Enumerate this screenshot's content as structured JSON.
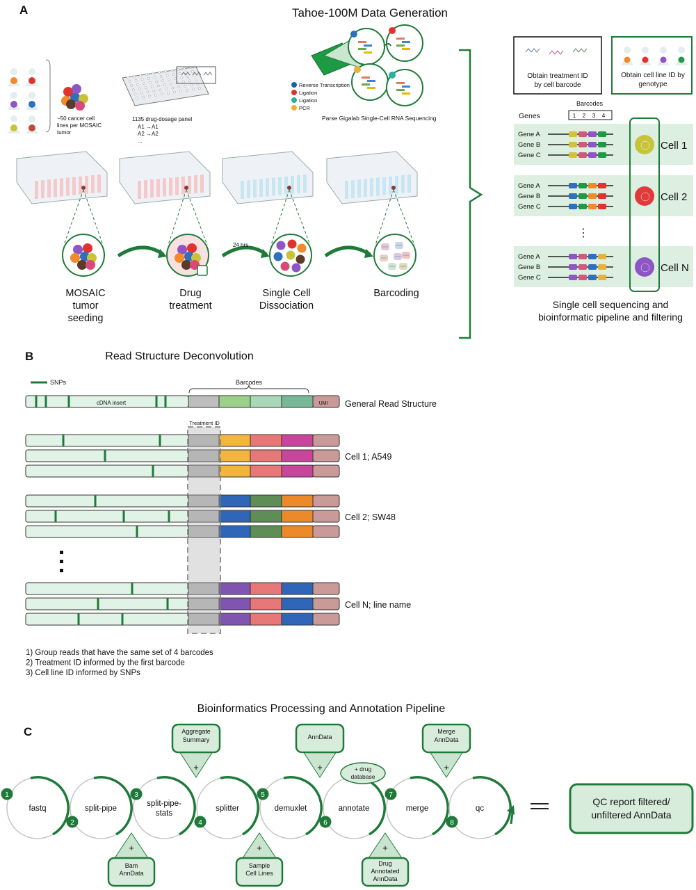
{
  "panel_a": {
    "letter": "A",
    "title": "Tahoe-100M Data Generation",
    "cell_lines_note": [
      "~50 cancer cell",
      "lines per MOSAIC",
      "tumor"
    ],
    "plate_label": "1135 drug-dosage panel",
    "plate_map": [
      "A1 →A1",
      "A2 →A2",
      "..."
    ],
    "parse_steps": [
      "Reverse Transcription",
      "Ligation",
      "Ligation",
      "PCR"
    ],
    "parse_label": "Parse Gigalab Single-Cell RNA Sequencing",
    "time_label": "24 hrs",
    "stages": [
      [
        "MOSAIC",
        "tumor",
        "seeding"
      ],
      [
        "Drug",
        "treatment"
      ],
      [
        "Single Cell",
        "Dissociation"
      ],
      [
        "Barcoding"
      ]
    ],
    "treatment_box": [
      "Obtain treatment ID",
      "by cell barcode"
    ],
    "genotype_box": [
      "Obtain cell line ID by",
      "genotype"
    ],
    "genes_label": "Genes",
    "barcodes_label": "Barcodes",
    "barcode_numbers": [
      "1",
      "2",
      "3",
      "4"
    ],
    "cells": [
      {
        "genes": [
          "Gene A",
          "Gene B",
          "Gene C"
        ],
        "label": "Cell 1",
        "color": "#c8c43a"
      },
      {
        "genes": [
          "Gene A",
          "Gene B",
          "Gene C"
        ],
        "label": "Cell 2",
        "color": "#e03a3a"
      },
      {
        "genes": [
          "Gene A",
          "Gene B",
          "Gene C"
        ],
        "label": "Cell N",
        "color": "#8e55c4"
      }
    ],
    "vdots": "⋮",
    "caption": [
      "Single cell sequencing and",
      "bioinformatic pipeline and filtering"
    ]
  },
  "panel_b": {
    "letter": "B",
    "title": "Read Structure Deconvolution",
    "snps_label": "SNPs",
    "barcodes_label": "Barcodes",
    "cdna_label": "cDNA insert",
    "umi_label": "UMI",
    "general_label": "General Read Structure",
    "treatment_label": "Treatment ID",
    "groups": [
      "Cell 1;  A549",
      "Cell 2; SW48",
      "Cell N; line name"
    ],
    "notes": [
      "1) Group reads that have the same set of 4 barcodes",
      "2) Treatment ID informed by the first barcode",
      "3) Cell line ID informed by SNPs"
    ]
  },
  "panel_c": {
    "letter": "C",
    "title": "Bioinformatics Processing and Annotation Pipeline",
    "nodes": [
      "fastq",
      "split-pipe",
      "split-pipe-\nstats",
      "splitter",
      "demuxlet",
      "annotate",
      "merge",
      "qc"
    ],
    "step_numbers": [
      "1",
      "2",
      "3",
      "4",
      "5",
      "6",
      "7",
      "8"
    ],
    "top_outputs": [
      [
        "Aggregate",
        "Summary"
      ],
      [
        "AnnData"
      ],
      [
        "Merge",
        "AnnData"
      ]
    ],
    "bottom_outputs": [
      [
        "Bam",
        "AnnData"
      ],
      [
        "Sample",
        "Cell Lines"
      ],
      [
        "Drug",
        "Annotated",
        "AnnData"
      ]
    ],
    "plus": "+",
    "drug_db": [
      "+ drug",
      "database"
    ],
    "equals": "=",
    "result": [
      "QC report filtered/",
      "unfiltered AnnData"
    ]
  },
  "colors": {
    "green": "#1f7a3a",
    "light_green": "#d8ecdc",
    "band": "#dcefe0",
    "grey": "#bdbdbd"
  }
}
